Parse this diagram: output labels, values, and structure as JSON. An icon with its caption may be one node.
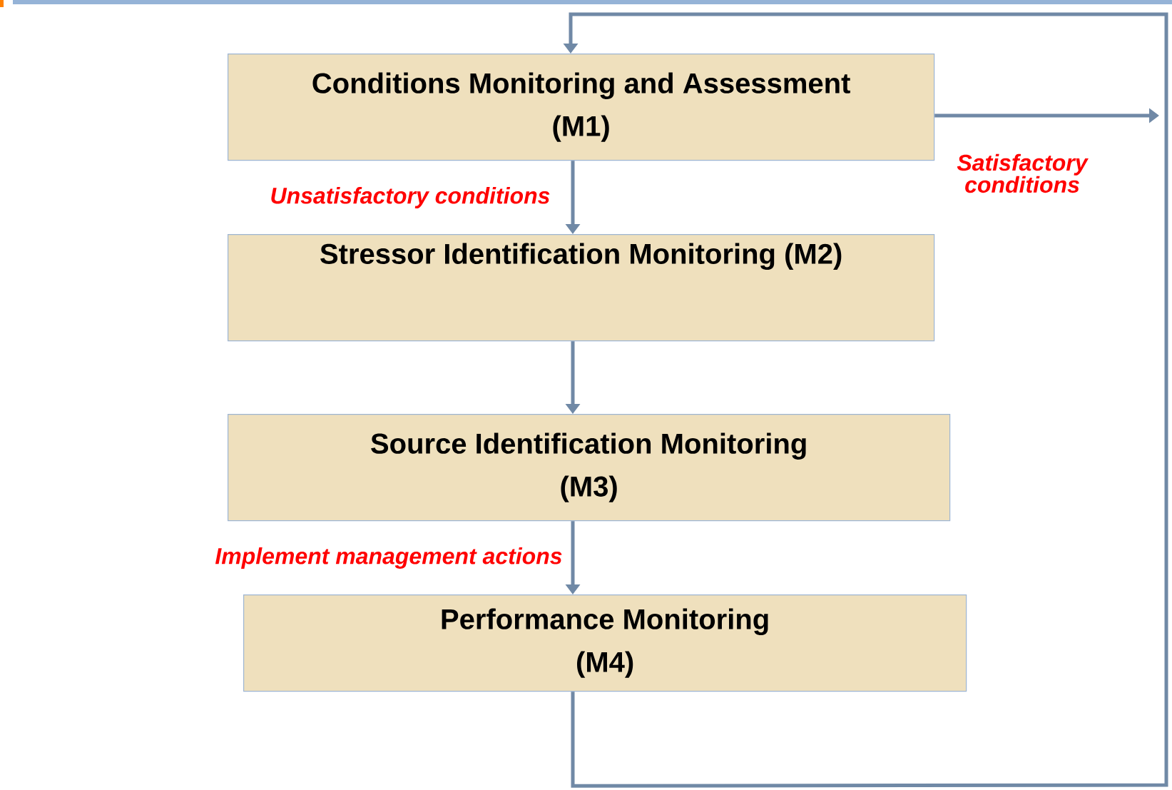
{
  "diagram": {
    "nodes": [
      {
        "text": [
          "Conditions Monitoring and Assessment (M1)"
        ]
      },
      {
        "text": [
          "Stressor Identification Monitoring (M2)"
        ]
      },
      {
        "text": [
          "Source Identification Monitoring (M3)"
        ]
      },
      {
        "text": [
          "Performance Monitoring (M4)"
        ]
      }
    ],
    "edges": [
      {
        "from": 0,
        "to": 1,
        "arrow": "to",
        "label": "Unsatisfactory conditions"
      },
      {
        "from": 1,
        "to": 2,
        "arrow": "to"
      },
      {
        "from": 2,
        "to": 3,
        "arrow": "to",
        "label": "Implement management actions"
      },
      {
        "from": 3,
        "to": 0,
        "arrow": "to"
      },
      {
        "from": 0,
        "to": null,
        "arrow": "to",
        "label": "Satisfactory conditions"
      }
    ]
  }
}
